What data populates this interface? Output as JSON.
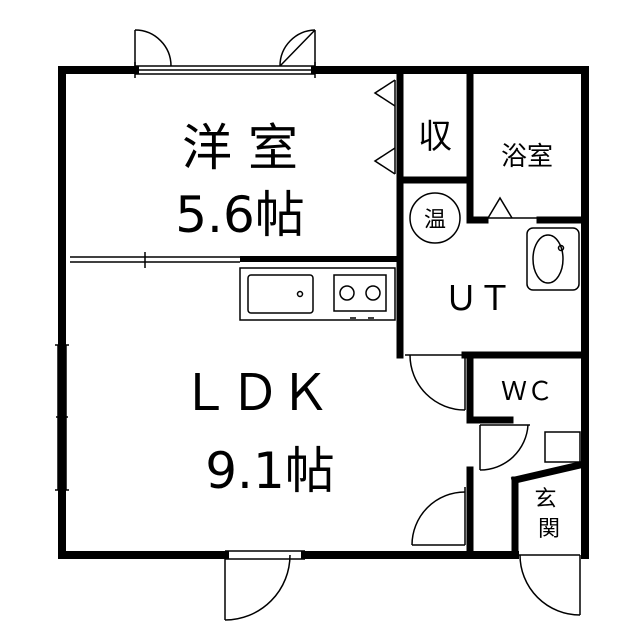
{
  "floor_plan": {
    "rooms": {
      "western_room": {
        "name": "洋 室",
        "size": "5.6帖"
      },
      "storage": {
        "name": "収"
      },
      "bathroom": {
        "name": "浴室"
      },
      "water_heater": {
        "name": "温"
      },
      "utility": {
        "name": "ＵＴ"
      },
      "ldk": {
        "name": "ＬＤＫ",
        "size": "9.1帖"
      },
      "toilet": {
        "name": "ＷＣ"
      },
      "entrance": {
        "name": "玄\n関"
      }
    },
    "colors": {
      "wall": "#000000",
      "fixture": "#000000",
      "background": "#ffffff"
    }
  }
}
